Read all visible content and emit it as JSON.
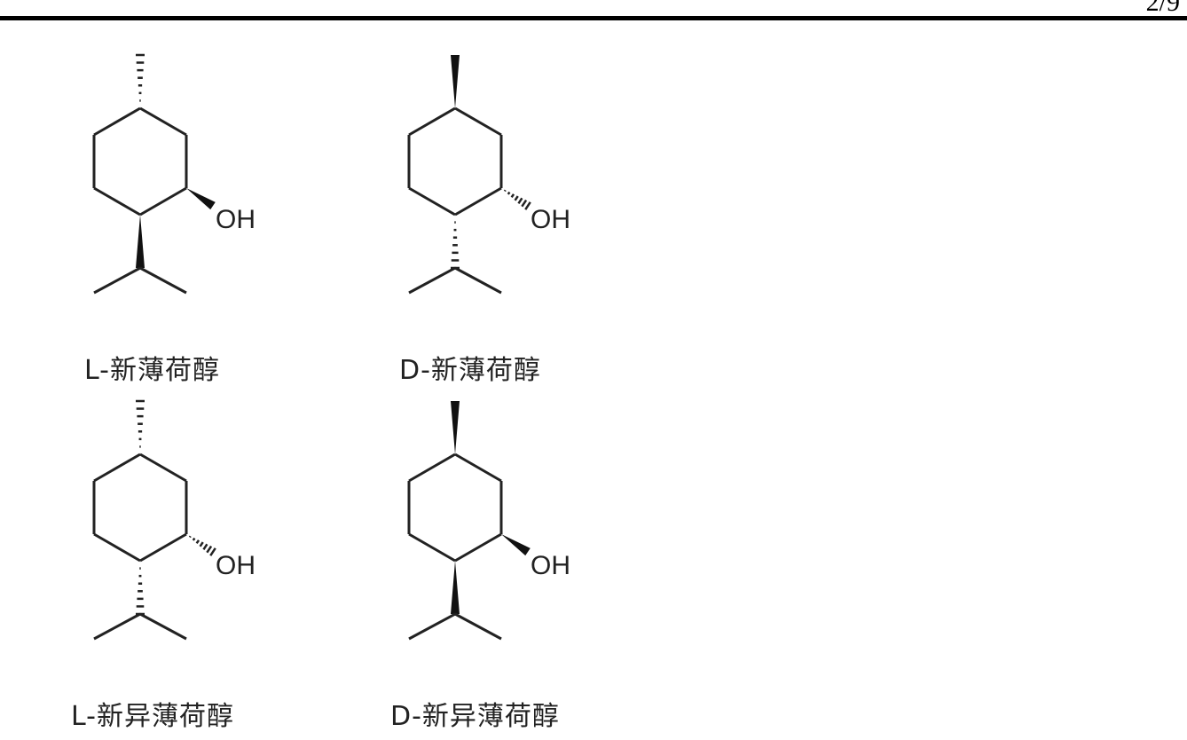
{
  "header": {
    "page_number": "2/9"
  },
  "structures": [
    {
      "label": "L-新薄荷醇",
      "methyl": "hashed",
      "hydroxyl": "solid",
      "isopropyl": "solid",
      "substituent": "OH"
    },
    {
      "label": "D-新薄荷醇",
      "methyl": "solid",
      "hydroxyl": "hashed",
      "isopropyl": "hashed",
      "substituent": "OH"
    },
    {
      "label": "L-新异薄荷醇",
      "methyl": "hashed",
      "hydroxyl": "hashed",
      "isopropyl": "hashed",
      "substituent": "OH"
    },
    {
      "label": "D-新异薄荷醇",
      "methyl": "solid",
      "hydroxyl": "solid",
      "isopropyl": "solid",
      "substituent": "OH"
    }
  ]
}
